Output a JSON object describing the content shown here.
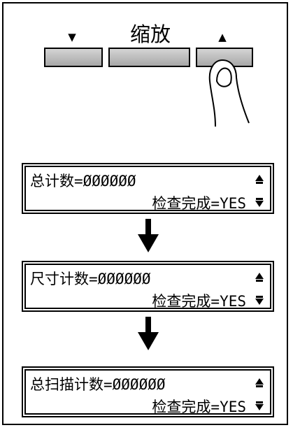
{
  "control_panel": {
    "down_symbol": "▼",
    "zoom_label": "缩放",
    "up_symbol": "▲"
  },
  "screens": [
    {
      "line1": "总计数=ØØØØØØ",
      "line2": "检查完成=YES"
    },
    {
      "line1": "尺寸计数=ØØØØØØ",
      "line2": "检查完成=YES"
    },
    {
      "line1": "总扫描计数=ØØØØØØ",
      "line2": "检查完成=YES"
    }
  ],
  "icons": {
    "scroll_up": "up-scroll-icon",
    "scroll_down": "down-scroll-icon",
    "finger": "finger-press-icon",
    "flow": "down-arrow-icon"
  }
}
